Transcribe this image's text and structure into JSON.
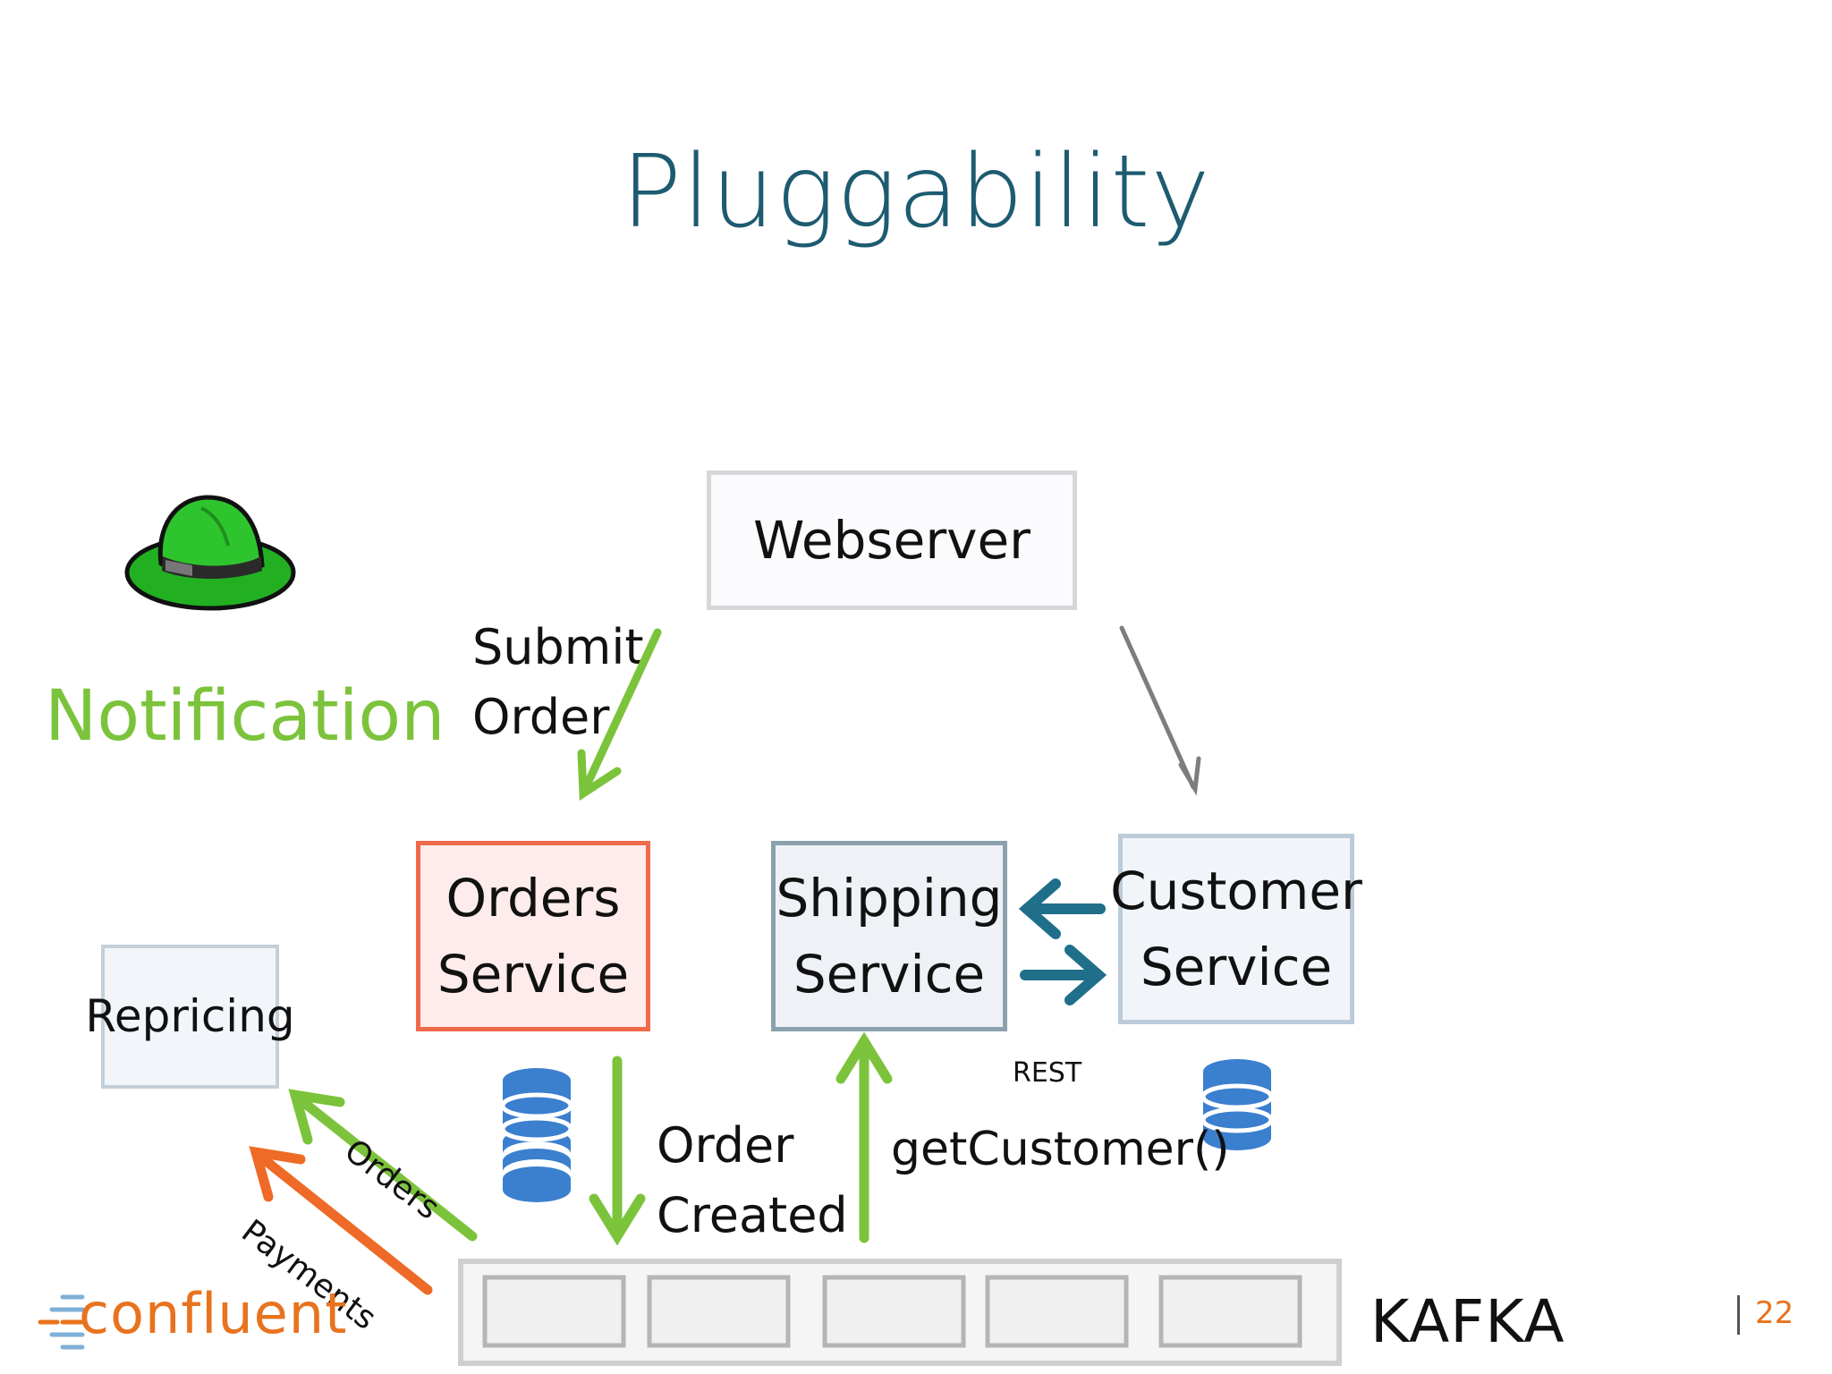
{
  "title": "Pluggability",
  "notification_label": "Notification",
  "services": {
    "webserver": "Webserver",
    "orders": [
      "Orders",
      "Service"
    ],
    "shipping": [
      "Shipping",
      "Service"
    ],
    "customer": [
      "Customer",
      "Service"
    ],
    "repricing": "Repricing"
  },
  "labels": {
    "submit_order": [
      "Submit",
      "Order"
    ],
    "order_created": [
      "Order",
      "Created"
    ],
    "rest": "REST",
    "get_customer": "getCustomer()",
    "orders_stream": "Orders",
    "payments_stream": "Payments",
    "kafka": "KAFKA"
  },
  "footer": {
    "logo": "confluent",
    "page_number": "22"
  },
  "colors": {
    "title": "#1d5b70",
    "green": "#7cc33c",
    "orange": "#ee6a26",
    "teal": "#1f6f8b",
    "gray": "#7d7d7d",
    "db": "#3b7fcf"
  },
  "icons": [
    "fedora-hat-icon",
    "database-icon",
    "database-icon"
  ]
}
